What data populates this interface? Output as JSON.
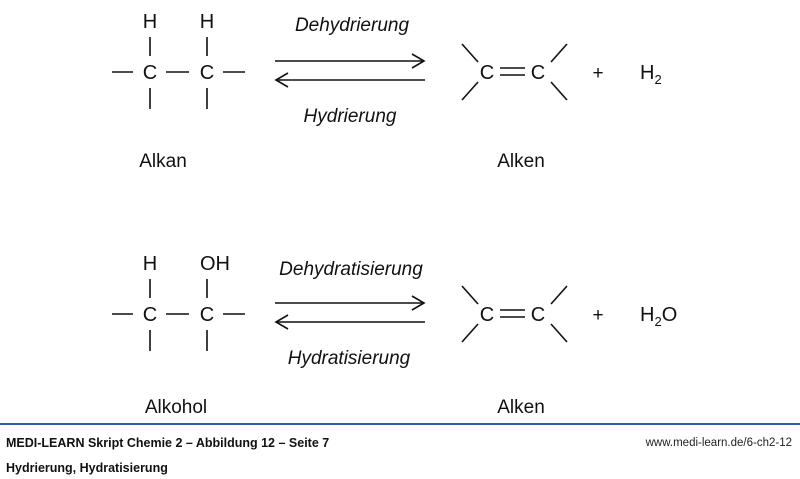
{
  "reactions": [
    {
      "left_atoms": {
        "sub1": "H",
        "sub2": "H",
        "c1": "C",
        "c2": "C"
      },
      "forward_label": "Dehydrierung",
      "reverse_label": "Hydrierung",
      "right_atoms": {
        "c1": "C",
        "c2": "C"
      },
      "plus": "+",
      "byproduct": {
        "main": "H",
        "sub": "2",
        "suffix": ""
      },
      "left_name": "Alkan",
      "right_name": "Alken"
    },
    {
      "left_atoms": {
        "sub1": "H",
        "sub2": "OH",
        "c1": "C",
        "c2": "C"
      },
      "forward_label": "Dehydratisierung",
      "reverse_label": "Hydratisierung",
      "right_atoms": {
        "c1": "C",
        "c2": "C"
      },
      "plus": "+",
      "byproduct": {
        "main": "H",
        "sub": "2",
        "suffix": "O"
      },
      "left_name": "Alkohol",
      "right_name": "Alken"
    }
  ],
  "footer": {
    "title": "MEDI-LEARN Skript Chemie 2 – Abbildung 12 – Seite 7",
    "subtitle": "Hydrierung, Hydratisierung",
    "url": "www.medi-learn.de/6-ch2-12"
  },
  "colors": {
    "accent_line": "#2f5fa6"
  }
}
